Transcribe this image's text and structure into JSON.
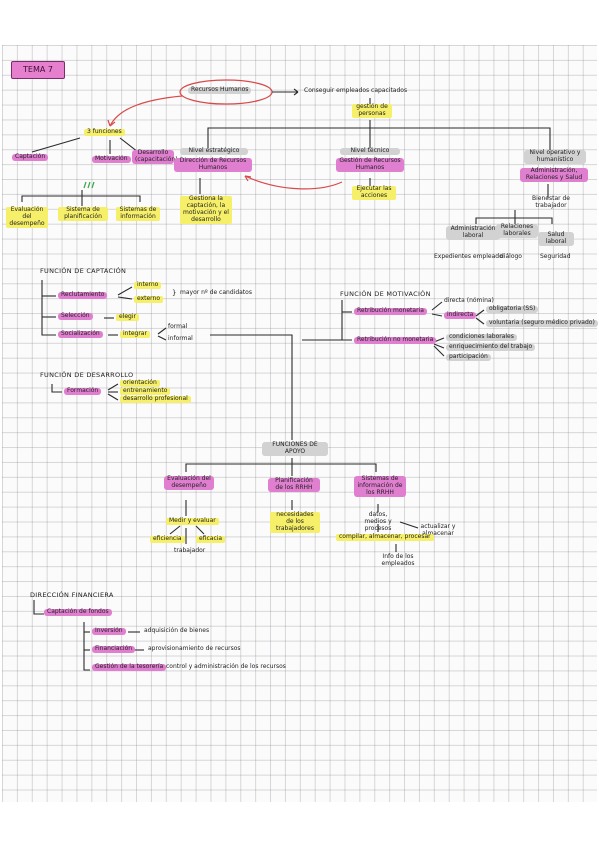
{
  "tema": "TEMA 7",
  "top": {
    "rrhh": "Recursos Humanos",
    "conseguir": "Conseguir empleados capacitados",
    "gestion": "gestión de personas",
    "tres": "3 funciones",
    "captacion": "Captación",
    "motivacion": "Motivación",
    "desarrollo": "Desarrollo (capacitación)",
    "sistemas": [
      "Evaluación del desempeño",
      "Sistema de planificación",
      "Sistemas de información"
    ],
    "niveles": {
      "estrategico": "Nivel estratégico",
      "direccion": "Dirección de Recursos Humanos",
      "gestiona": "Gestiona la captación, la motivación y el desarrollo",
      "tecnico": "Nivel técnico",
      "gestion_rec": "Gestión de Recursos Humanos",
      "ejecutar": "Ejecutar las acciones",
      "operativo": "Nivel operativo y humanístico",
      "admin": "Administración, Relaciones y Salud",
      "bienestar": "Bienestar de trabajador",
      "hijos": [
        {
          "t": "Administración laboral",
          "s": "Expedientes empleado"
        },
        {
          "t": "Relaciones laborales",
          "s": "diálogo"
        },
        {
          "t": "Salud laboral",
          "s": "Seguridad"
        }
      ]
    }
  },
  "fcaptacion": {
    "title": "FUNCIÓN DE CAPTACIÓN",
    "reclutamiento": "Reclutamiento",
    "interno": "interno",
    "externo": "externo",
    "mayor": "mayor nº de candidatos",
    "seleccion": "Selección",
    "elegir": "elegir",
    "socializacion": "Socialización",
    "integrar": "integrar",
    "formal": "formal",
    "informal": "informal"
  },
  "fdesarrollo": {
    "title": "FUNCIÓN DE DESARROLLO",
    "formacion": "Formación",
    "items": [
      "orientación",
      "entrenamiento",
      "desarrollo profesional"
    ]
  },
  "fmotivacion": {
    "title": "FUNCIÓN DE MOTIVACIÓN",
    "retrib": "Retribución monetaria",
    "directa": "directa (nómina)",
    "indirecta": "indirecta",
    "obligatoria": "obligatoria (SS)",
    "voluntaria": "voluntaria (seguro médico privado)",
    "no_monetaria": "Retribución no monetaria",
    "cond": "condiciones laborales",
    "enriq": "enriquecimiento del trabajo",
    "partic": "participación"
  },
  "apoyo": {
    "title": "FUNCIONES DE APOYO",
    "eval": "Evaluación del desempeño",
    "medir": "Medir y evaluar",
    "eficiencia": "eficiencia",
    "eficacia": "eficacia",
    "trabajador": "trabajador",
    "planif": "Planificación de los RRHH",
    "necesidades": "necesidades de los trabajadores",
    "sist": "Sistemas de información de los RRHH",
    "datos": "datos, medios y procesos",
    "actualizar": "actualizar y almacenar",
    "compilar": "compilar, almacenar, procesar",
    "info": "Info de los empleados"
  },
  "financiera": {
    "title": "DIRECCIÓN FINANCIERA",
    "captacion": "Captación de fondos",
    "items": [
      {
        "k": "Inversión",
        "v": "adquisición de bienes"
      },
      {
        "k": "Financiación",
        "v": "aprovisionamiento de recursos"
      },
      {
        "k": "Gestión de la tesorería",
        "v": "control y administración de los recursos"
      }
    ]
  }
}
